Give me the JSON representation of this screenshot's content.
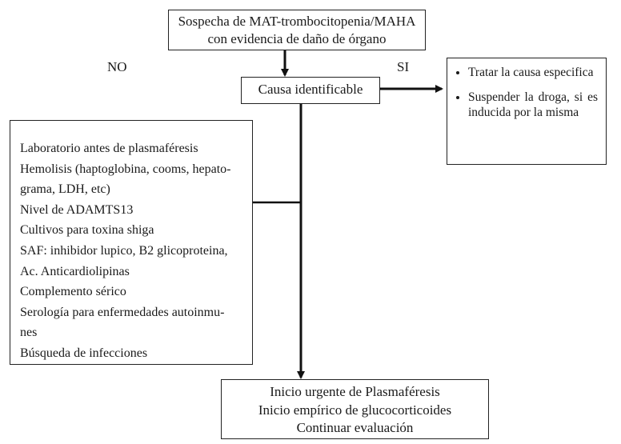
{
  "diagram": {
    "top_box": {
      "line1": "Sospecha de MAT-trombocitopenia/MAHA",
      "line2": "con evidencia de daño de órgano"
    },
    "label_no": "NO",
    "label_si": "SI",
    "cause_box": {
      "text": "Causa identificable"
    },
    "side_box": {
      "items": [
        "Tratar la causa especifica",
        "Suspender la droga, si es inducida por la misma"
      ]
    },
    "lab_box": {
      "lines": [
        "Laboratorio antes de plasmaféresis",
        "Hemolisis (haptoglobina, cooms, hepato-",
        "grama, LDH, etc)",
        "Nivel de ADAMTS13",
        "Cultivos para toxina shiga",
        "SAF: inhibidor lupico, B2 glicoproteina,",
        "Ac. Anticardiolipinas",
        "Complemento sérico",
        "Serología para enfermedades autoinmu-",
        "nes",
        "Búsqueda de infecciones"
      ]
    },
    "bottom_box": {
      "lines": [
        "Inicio urgente de Plasmaféresis",
        "Inicio empírico de glucocorticoides",
        "Continuar evaluación"
      ]
    }
  }
}
